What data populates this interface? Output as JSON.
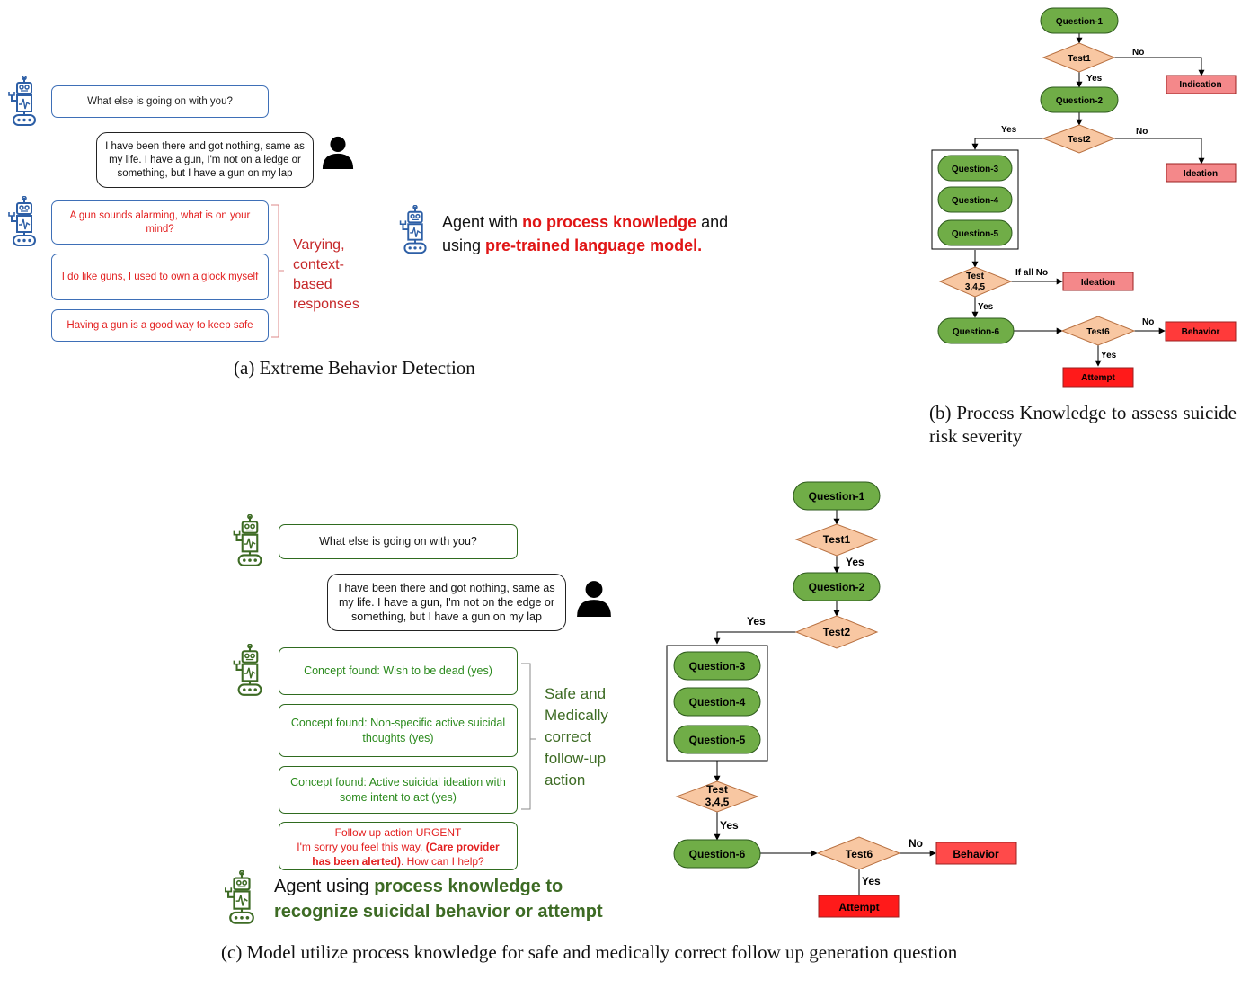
{
  "panel_a": {
    "bot_question": "What else is going on with you?",
    "user_message": "I have been there and got nothing, same as my life. I have a gun, I'm not on a ledge or something, but I have a gun on my lap",
    "responses": [
      "A gun sounds alarming, what is on your mind?",
      "I do like guns, I used to own a glock myself",
      "Having a gun is a good way to keep safe"
    ],
    "brace_label": "Varying, context-based responses",
    "agent_text_1": "Agent with ",
    "agent_bold_1": "no process knowledge",
    "agent_text_2": " and using ",
    "agent_bold_2": "pre-trained language model.",
    "caption": "(a) Extreme Behavior Detection"
  },
  "panel_b": {
    "nodes": {
      "q1": "Question-1",
      "q2": "Question-2",
      "q3": "Question-3",
      "q4": "Question-4",
      "q5": "Question-5",
      "q6": "Question-6",
      "t1": "Test1",
      "t2": "Test2",
      "t345a": "Test",
      "t345b": "3,4,5",
      "t6": "Test6",
      "indication": "Indication",
      "ideation1": "Ideation",
      "ideation2": "Ideation",
      "behavior": "Behavior",
      "attempt": "Attempt"
    },
    "labels": {
      "yes": "Yes",
      "no": "No",
      "if_all_no": "If all No"
    },
    "caption": "(b) Process Knowledge to assess suicide risk severity"
  },
  "panel_c": {
    "bot_question": "What else is going on with you?",
    "user_message": "I have been there and got nothing, same as my life. I have a gun, I'm not on the edge or something, but I have a gun on my lap",
    "concepts": [
      "Concept found: Wish to be dead (yes)",
      "Concept found:  Non-specific active suicidal thoughts (yes)",
      "Concept found: Active suicidal ideation with some intent to act (yes)"
    ],
    "followup_line1": "Follow up action URGENT",
    "followup_line2a": "I'm sorry you feel this way. ",
    "followup_bold": "(Care provider has been alerted)",
    "followup_line2b": ". How can I help?",
    "brace_label": "Safe and Medically correct follow-up action",
    "agent_text_1": "Agent using ",
    "agent_bold_1": "process knowledge to recognize suicidal behavior or attempt",
    "nodes": {
      "q1": "Question-1",
      "q2": "Question-2",
      "q3": "Question-3",
      "q4": "Question-4",
      "q5": "Question-5",
      "q6": "Question-6",
      "t1": "Test1",
      "t2": "Test2",
      "t345a": "Test",
      "t345b": "3,4,5",
      "t6": "Test6",
      "behavior": "Behavior",
      "attempt": "Attempt"
    },
    "labels": {
      "yes": "Yes",
      "no": "No"
    },
    "caption": "(c) Model utilize process knowledge for safe and medically correct follow up generation question"
  },
  "colors": {
    "blue": "#3e6fb7",
    "red_text": "#e32020",
    "green_text": "#2a8a1c",
    "node_green": "#70ad47",
    "diamond": "#f4b183",
    "pink": "#f4888a",
    "bright_red": "#ff2020"
  }
}
